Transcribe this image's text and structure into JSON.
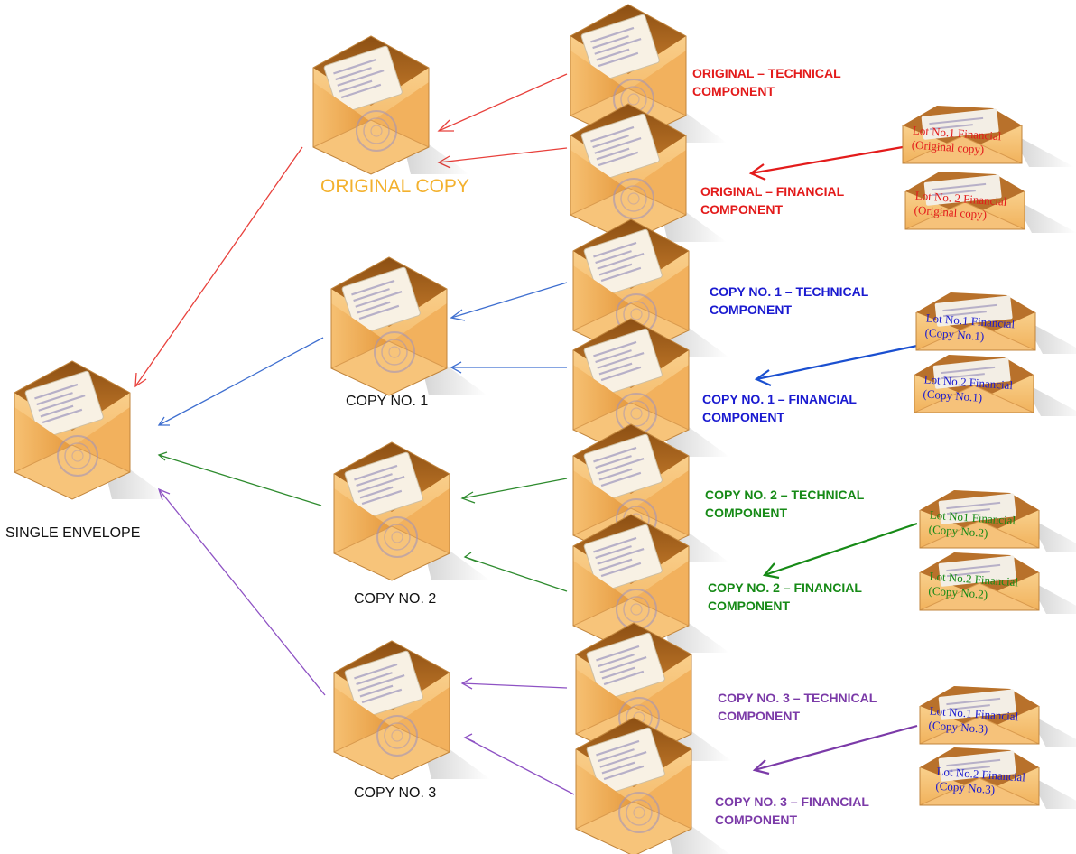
{
  "colors": {
    "original": "#e31b1b",
    "copy1": "#1a1ad0",
    "copy2": "#168a16",
    "copy3": "#7b3aa8",
    "original_copy_label": "#f3b12e",
    "arrow_red": "#e8413c",
    "arrow_blue": "#3f6fd0",
    "arrow_green": "#2e8b2e",
    "arrow_purple": "#8e52c4"
  },
  "labels": {
    "single_envelope": "SINGLE ENVELOPE",
    "original_copy": "ORIGINAL COPY",
    "copy1": "COPY NO. 1",
    "copy2": "COPY NO. 2",
    "copy3": "COPY NO. 3"
  },
  "components": {
    "orig_tech": "ORIGINAL – TECHNICAL\nCOMPONENT",
    "orig_fin": "ORIGINAL – FINANCIAL\nCOMPONENT",
    "c1_tech": "COPY NO. 1 – TECHNICAL\nCOMPONENT",
    "c1_fin": "COPY NO. 1 – FINANCIAL\nCOMPONENT",
    "c2_tech": "COPY NO. 2 – TECHNICAL\nCOMPONENT",
    "c2_fin": "COPY NO. 2 – FINANCIAL\nCOMPONENT",
    "c3_tech": "COPY NO. 3 – TECHNICAL\nCOMPONENT",
    "c3_fin": "COPY NO. 3 – FINANCIAL\nCOMPONENT"
  },
  "lots": {
    "orig_lot1": [
      "Lot No.1 Financial",
      "(Original copy)"
    ],
    "orig_lot2": [
      "Lot No. 2 Financial",
      "(Original copy)"
    ],
    "c1_lot1": [
      "Lot No.1 Financial",
      "(Copy No.1)"
    ],
    "c1_lot2": [
      "Lot No.2 Financial",
      "(Copy No.1)"
    ],
    "c2_lot1": [
      "Lot No1 Financial",
      "(Copy No.2)"
    ],
    "c2_lot2": [
      "Lot No.2 Financial",
      "(Copy No.2)"
    ],
    "c3_lot1": [
      "Lot No.1 Financial",
      "(Copy No.3)"
    ],
    "c3_lot2": [
      "Lot No.2 Financial",
      "(Copy No.3)"
    ]
  }
}
